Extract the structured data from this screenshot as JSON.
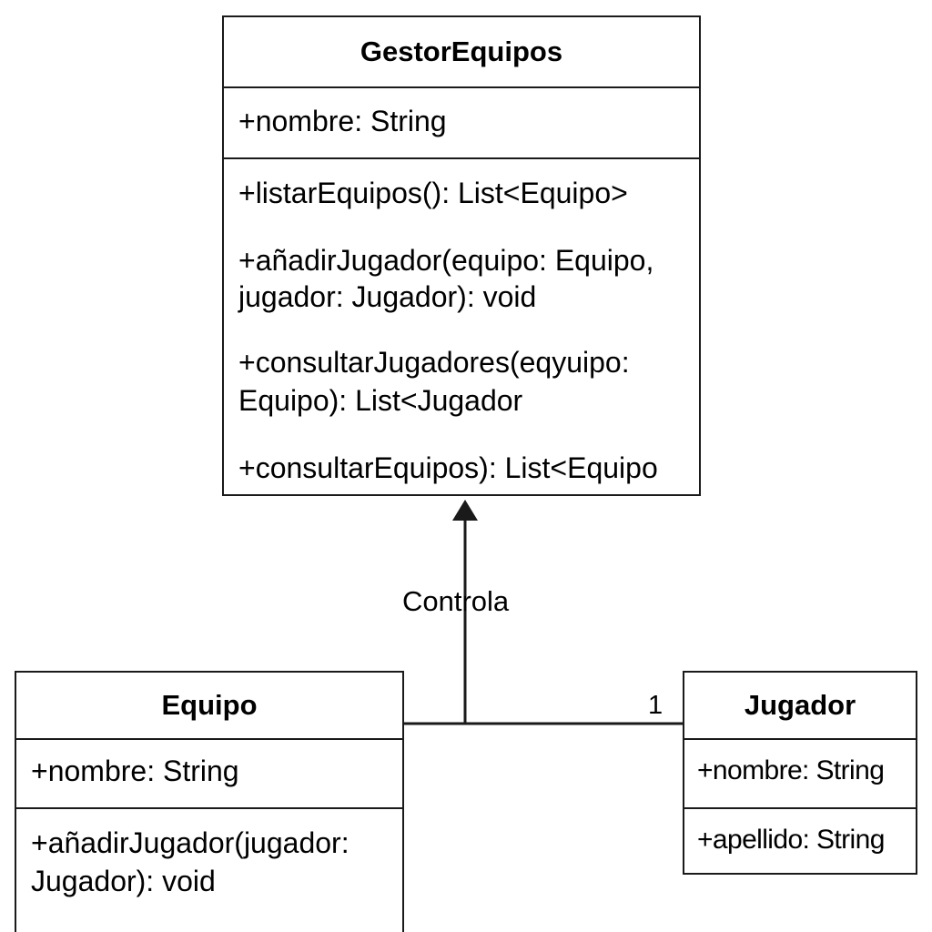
{
  "classes": {
    "gestor": {
      "name": "GestorEquipos",
      "attributes": [
        "+nombre: String"
      ],
      "methods": [
        "+listarEquipos(): List<Equipo>",
        "+añadirJugador(equipo: Equipo,",
        "jugador: Jugador): void",
        "+consultarJugadores(eqyuipo:",
        "Equipo): List<Jugador",
        "+consultarEquipos): List<Equipo"
      ]
    },
    "equipo": {
      "name": "Equipo",
      "attributes": [
        "+nombre: String"
      ],
      "methods": [
        "+añadirJugador(jugador:",
        "Jugador): void"
      ]
    },
    "jugador": {
      "name": "Jugador",
      "attributes": [
        "+nombre: String",
        "+apellido: String"
      ]
    }
  },
  "relations": {
    "controla_label": "Controla",
    "multiplicity_jugador": "1"
  },
  "colors": {
    "line": "#1a1a1a",
    "background": "#ffffff"
  }
}
